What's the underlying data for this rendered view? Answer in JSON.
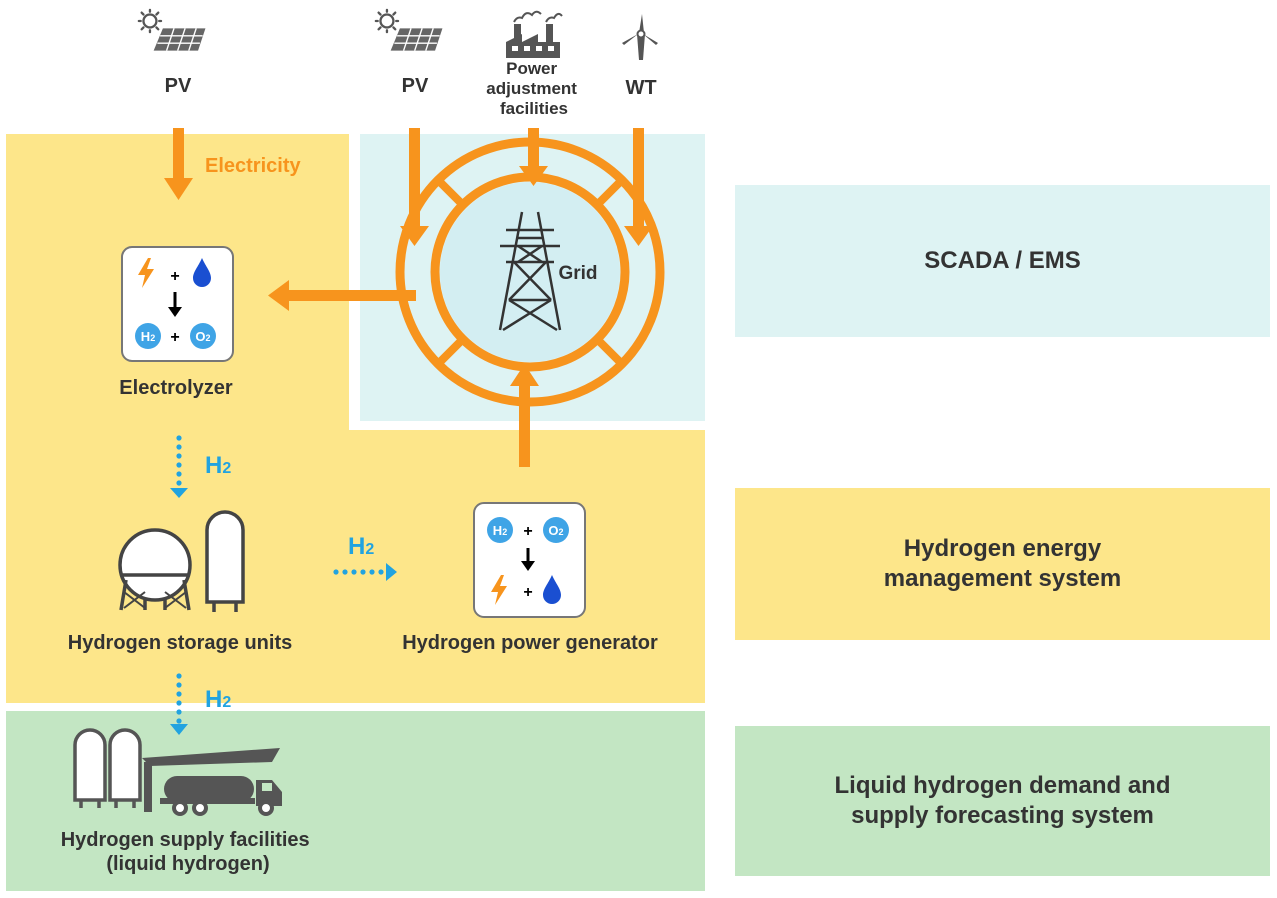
{
  "sources": {
    "pv_left": "PV",
    "pv_right": "PV",
    "power_adjustment": [
      "Power",
      "adjustment",
      "facilities"
    ],
    "wt": "WT"
  },
  "flows": {
    "electricity": "Electricity",
    "h2_down": "H",
    "h2_right": "H",
    "h2_supply": "H",
    "h2_sub": "2"
  },
  "grid": {
    "label": "Grid"
  },
  "reaction_symbols": {
    "h2": "H",
    "o2": "O",
    "sub": "2",
    "plus": "+"
  },
  "nodes": {
    "electrolyzer": "Electrolyzer",
    "storage": "Hydrogen storage units",
    "generator": "Hydrogen power generator",
    "supply": [
      "Hydrogen supply facilities",
      "(liquid hydrogen)"
    ]
  },
  "systems": {
    "scada": "SCADA / EMS",
    "hems": [
      "Hydrogen energy",
      "management system"
    ],
    "forecast": [
      "Liquid hydrogen demand and",
      "supply forecasting system"
    ]
  },
  "colors": {
    "yellow_zone": "#fde68a",
    "cyan_zone": "#def3f3",
    "green_zone": "#c3e6c3",
    "orange": "#f7941d",
    "h2_blue": "#21a3e0",
    "text": "#333333"
  },
  "icons": [
    "sun-icon",
    "solar-panel-icon",
    "factory-icon",
    "wind-turbine-icon",
    "transmission-tower-icon",
    "lightning-icon",
    "water-drop-icon",
    "spherical-tank-icon",
    "cylinder-tank-icon",
    "tanker-truck-icon"
  ]
}
